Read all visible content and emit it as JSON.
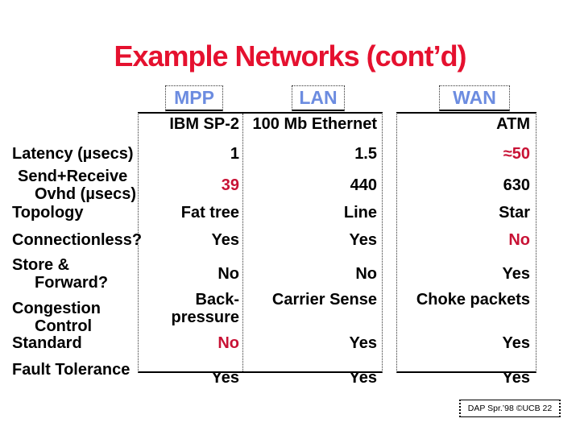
{
  "palette": {
    "background": "#ffffff",
    "title_red": "#e5112f",
    "emphasis_red": "#c81235",
    "group_blue": "#6c8ce0",
    "line_black": "#000000"
  },
  "title": "Example Networks (cont’d)",
  "table": {
    "groups": [
      {
        "id": "mpp",
        "label": "MPP",
        "instance": "IBM SP-2"
      },
      {
        "id": "lan",
        "label": "LAN",
        "instance": "100 Mb Ethernet"
      },
      {
        "id": "wan",
        "label": "WAN",
        "instance": "ATM"
      }
    ]
  },
  "rows": [
    {
      "label": "Latency (µsecs)",
      "mpp": "1",
      "lan": "1.5",
      "wan": "≈50"
    },
    {
      "label": "Send+Receive",
      "label2": "Ovhd (µsecs)",
      "mpp": "39",
      "lan": "440",
      "wan": "630"
    },
    {
      "label": "Topology",
      "mpp": "Fat tree",
      "lan": "Line",
      "wan": "Star"
    },
    {
      "label": "Connectionless?",
      "mpp": "Yes",
      "lan": "Yes",
      "wan": "No"
    },
    {
      "label": "Store &",
      "label2": "Forward?",
      "mpp": "No",
      "lan": "No",
      "wan": "Yes"
    },
    {
      "label": "Congestion",
      "label2": "Control",
      "mpp": "Back-",
      "mpp2": "pressure",
      "lan": "Carrier Sense",
      "wan": "Choke packets"
    },
    {
      "label": "Standard",
      "mpp": "No",
      "lan": "Yes",
      "wan": "Yes"
    },
    {
      "label": "Fault Tolerance",
      "mpp": "Yes",
      "lan": "Yes",
      "wan": "Yes"
    }
  ],
  "footer": "DAP Spr.’98 ©UCB 22"
}
